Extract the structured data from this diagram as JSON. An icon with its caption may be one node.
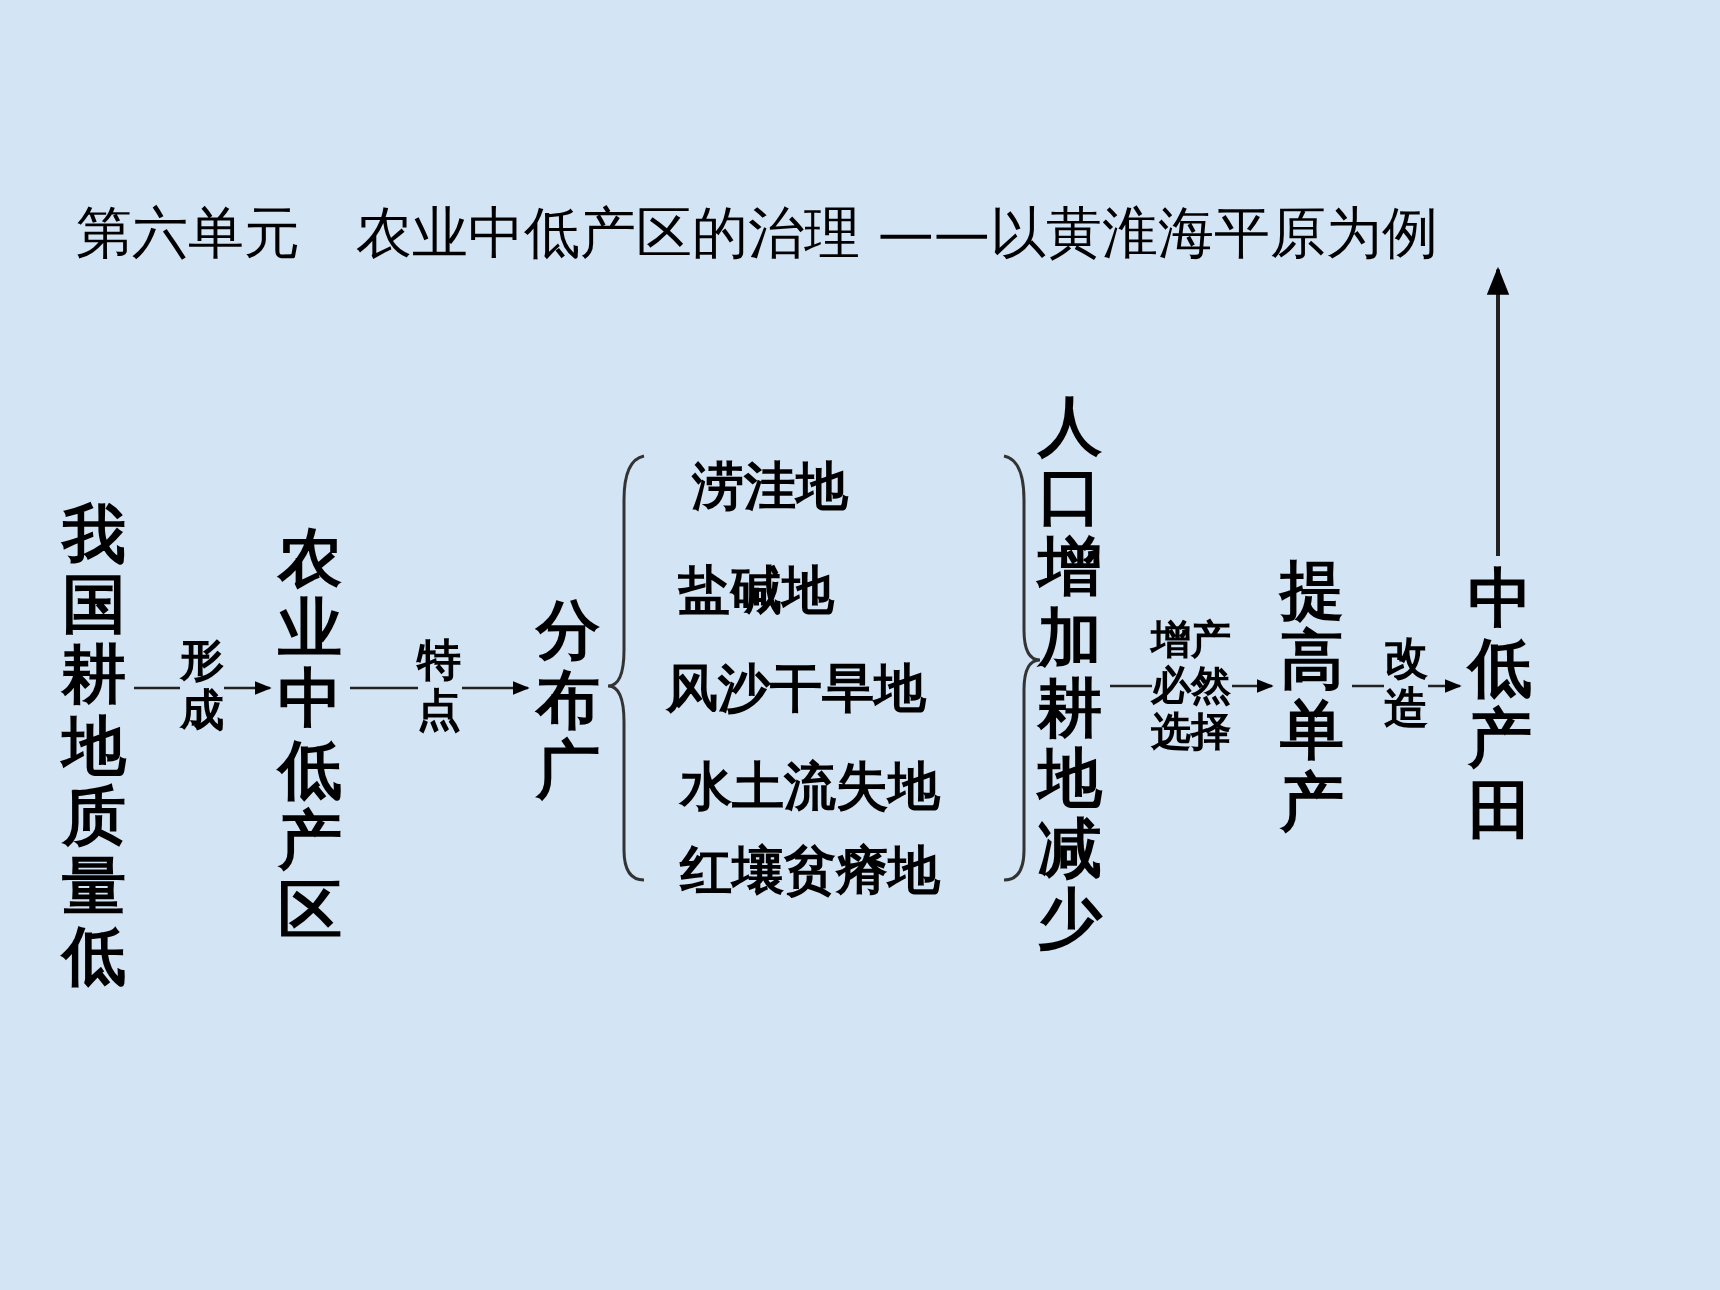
{
  "diagram": {
    "nodes": [
      {
        "text": [
          "第六单元　农业中低产区的治理 ——以黄淮海平原为例"
        ]
      },
      {
        "text": [
          "我国耕地质量低"
        ]
      },
      {
        "text": [
          "农业中低产区"
        ]
      },
      {
        "text": [
          "分布广"
        ]
      },
      {
        "text": [
          "涝洼地"
        ]
      },
      {
        "text": [
          "盐碱地"
        ]
      },
      {
        "text": [
          "风沙干旱地"
        ]
      },
      {
        "text": [
          "水土流失地"
        ]
      },
      {
        "text": [
          "红壤贫瘠地"
        ]
      },
      {
        "text": [
          "人口增加耕地减少"
        ]
      },
      {
        "text": [
          "提高单产"
        ]
      },
      {
        "text": [
          "中低产田"
        ]
      }
    ],
    "edges": [
      {
        "from": 1,
        "to": 2,
        "arrow": "to",
        "label": "形成"
      },
      {
        "from": 2,
        "to": 3,
        "arrow": "to",
        "label": "特点"
      },
      {
        "from": 9,
        "to": 10,
        "arrow": "to",
        "label": "增产必然选择"
      },
      {
        "from": 10,
        "to": 11,
        "arrow": "to",
        "label": "改造"
      },
      {
        "from": 11,
        "to": 0,
        "arrow": "to"
      }
    ]
  }
}
